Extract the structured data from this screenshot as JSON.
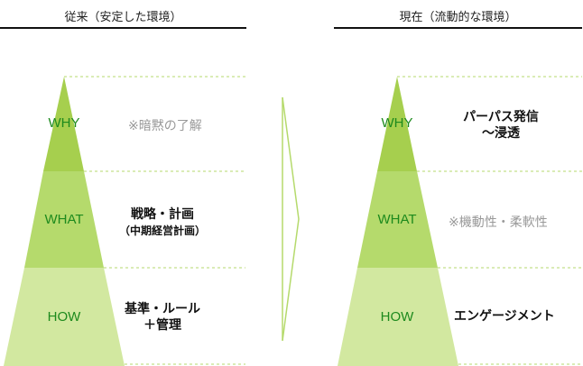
{
  "left": {
    "title": "従来（安定した環境）",
    "why": "WHY",
    "what": "WHAT",
    "how": "HOW",
    "why_text": "※暗黙の了解",
    "what_text1": "戦略・計画",
    "what_text2": "（中期経営計画）",
    "how_text1": "基準・ルール",
    "how_text2": "＋管理"
  },
  "right": {
    "title": "現在（流動的な環境）",
    "why": "WHY",
    "what": "WHAT",
    "how": "HOW",
    "why_text1": "パーパス発信",
    "why_text2": "～浸透",
    "what_text": "※機動性・柔軟性",
    "how_text": "エンゲージメント"
  },
  "colors": {
    "top": "#a6cf4e",
    "middle": "#b5da6c",
    "bottom": "#d2e8a0",
    "label": "#1d8a1d"
  }
}
